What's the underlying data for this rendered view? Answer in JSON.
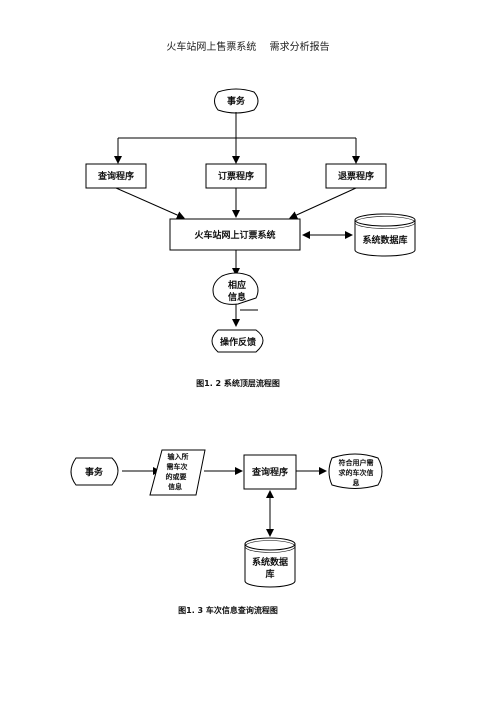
{
  "header": {
    "doc_title": "火车站网上售票系统",
    "doc_subtitle": "需求分析报告"
  },
  "figure1": {
    "start_label": "事务",
    "query_label": "查询程序",
    "order_label": "订票程序",
    "refund_label": "退票程序",
    "system_label": "火车站网上订票系统",
    "db_label": "系统数据库",
    "info_line1": "相应",
    "info_line2": "信息",
    "feedback_label": "操作反馈",
    "caption": "图1. 2  系统顶层流程图"
  },
  "figure2": {
    "start_label": "事务",
    "input_line1": "输入所",
    "input_line2": "需车次",
    "input_line3": "的或要",
    "input_line4": "信息",
    "query_label": "查询程序",
    "output_line1": "符合用户需",
    "output_line2": "求的车次信",
    "output_line3": "息",
    "db_line1": "系统数据",
    "db_line2": "库",
    "caption": "图1. 3  车次信息查询流程图"
  }
}
